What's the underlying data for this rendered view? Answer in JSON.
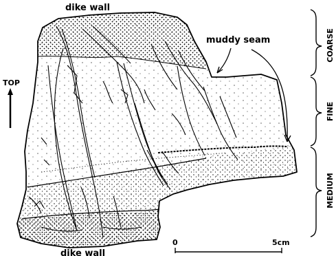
{
  "labels": {
    "dike_wall_top": "dike wall",
    "dike_wall_bottom": "dike wall",
    "muddy_seam": "muddy seam",
    "top": "TOP"
  },
  "layers": [
    "COARSE",
    "FINE",
    "MEDIUM"
  ],
  "scale_bar": {
    "start": "0",
    "end": "5cm"
  }
}
